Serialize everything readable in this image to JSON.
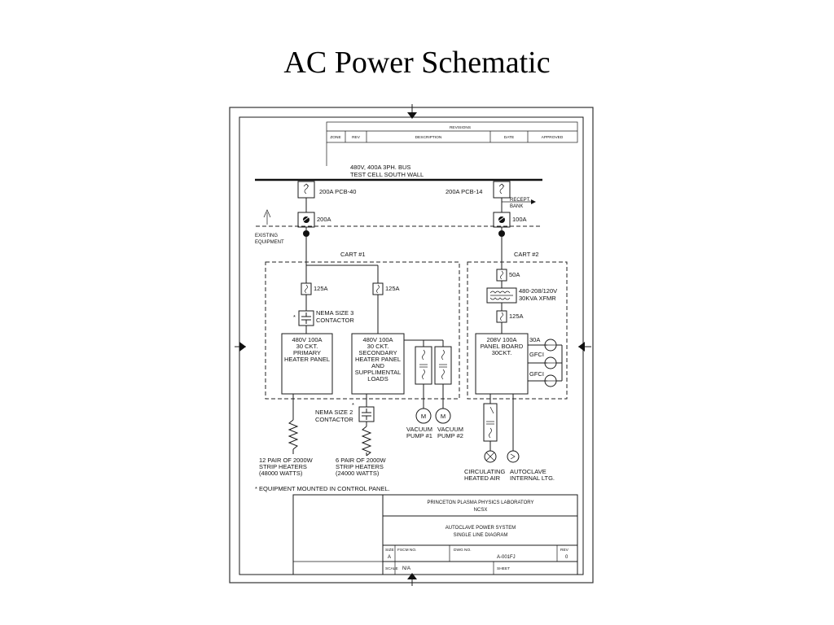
{
  "title": "AC Power Schematic",
  "revisions": {
    "heading": "REVISIONS",
    "columns": [
      "ZONE",
      "REV",
      "DESCRIPTION",
      "DATE",
      "APPROVED"
    ]
  },
  "bus": {
    "line1": "480V, 400A 3PH. BUS",
    "line2": "TEST CELL SOUTH WALL"
  },
  "breakers": {
    "left": "200A PCB-40",
    "right": "200A PCB-14",
    "left_disconnect": "200A",
    "right_disconnect": "100A"
  },
  "labels": {
    "recept_bank_1": "RECEPT.",
    "recept_bank_2": "BANK",
    "existing_1": "EXISTING",
    "existing_2": "EQUIPMENT",
    "cart1": "CART #1",
    "cart2": "CART #2",
    "fuse_125a_1": "125A",
    "fuse_125a_2": "125A",
    "fuse_50a": "50A",
    "fuse_125a_3": "125A",
    "xfmr_1": "480-208/120V",
    "xfmr_2": "30KVA XFMR",
    "nema3_1": "NEMA SIZE 3",
    "nema3_2": "CONTACTOR",
    "nema2_1": "NEMA SIZE 2",
    "nema2_2": "CONTACTOR",
    "asterisk": "*",
    "ckt_30a": "30A",
    "gfci_1": "GFCI",
    "gfci_2": "GFCI"
  },
  "panels": {
    "primary": [
      "480V 100A",
      "30 CKT.",
      "PRIMARY",
      "HEATER PANEL"
    ],
    "secondary": [
      "480V 100A",
      "30 CKT.",
      "SECONDARY",
      "HEATER PANEL",
      "AND",
      "SUPPLIMENTAL",
      "LOADS"
    ],
    "panel_board": [
      "208V 100A",
      "PANEL BOARD",
      "30CKT."
    ]
  },
  "loads": {
    "motor_symbol": "M",
    "vacuum1": [
      "VACUUM",
      "PUMP #1"
    ],
    "vacuum2": [
      "VACUUM",
      "PUMP #2"
    ],
    "heaters1": [
      "12 PAIR OF 2000W",
      "STRIP HEATERS",
      "(48000 WATTS)"
    ],
    "heaters2": [
      "6 PAIR OF 2000W",
      "STRIP HEATERS",
      "(24000 WATTS)"
    ],
    "circ_air": [
      "CIRCULATING",
      "HEATED AIR"
    ],
    "autoclave_ltg": [
      "AUTOCLAVE",
      "INTERNAL LTG."
    ]
  },
  "note": "* EQUIPMENT MOUNTED IN CONTROL PANEL.",
  "title_block": {
    "org1": "PRINCETON PLASMA PHYSICS LABORATORY",
    "org2": "NCSX",
    "drawing1": "AUTOCLAVE POWER SYSTEM",
    "drawing2": "SINGLE LINE DIAGRAM",
    "size_label": "SIZE",
    "size_value": "A",
    "fscm_label": "FSCM NO.",
    "dwg_label": "DWG NO.",
    "dwg_value": "A-001FJ",
    "rev_label": "REV",
    "rev_value": "0",
    "scale_label": "SCALE",
    "scale_value": "N/A",
    "sheet_label": "SHEET"
  }
}
